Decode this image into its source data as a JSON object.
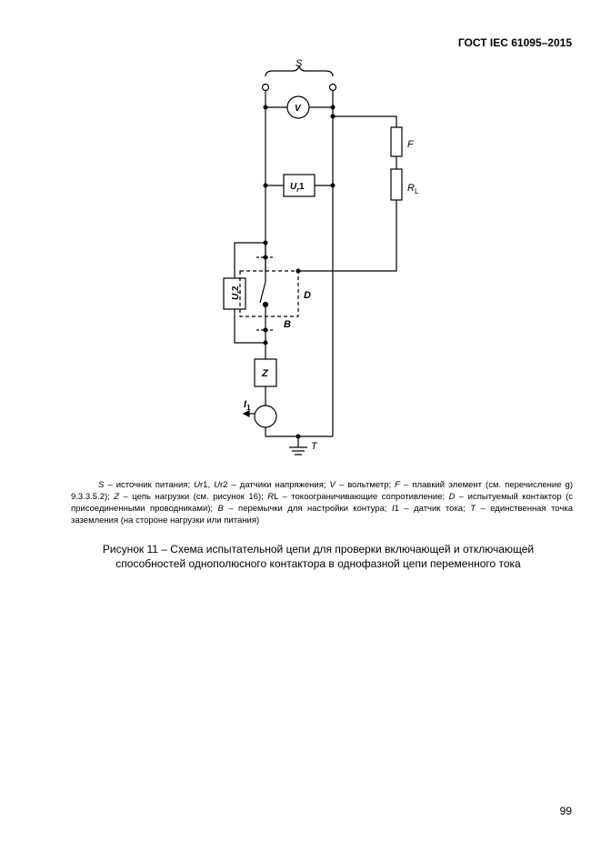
{
  "header": {
    "standard": "ГОСТ IEC 61095–2015"
  },
  "diagram": {
    "source_label": "S",
    "voltmeter_label": "V",
    "fuse_label": "F",
    "resistor_label_main": "R",
    "resistor_label_sub": "L",
    "sensor1_main": "U",
    "sensor1_sub": "r",
    "sensor1_suffix": "1",
    "sensor2_main": "U",
    "sensor2_sub": "r",
    "sensor2_suffix": "2",
    "contactor_label": "D",
    "jumper_label": "B",
    "load_label": "Z",
    "current_sensor_main": "I",
    "current_sensor_sub": "1",
    "ground_label": "T"
  },
  "legend": {
    "s1": "S",
    "t1": " – источник питания; ",
    "s2": "U",
    "t2": "r1, ",
    "s3": "U",
    "t3": "r2 – датчики напряжения; ",
    "s4": "V",
    "t4": " – вольтметр; ",
    "s5": "F",
    "t5": " – плавкий элемент (см. перечисление g) 9.3.3.5.2); ",
    "s6": "Z",
    "t6": " – цепь нагрузки (см. рисунок 16); ",
    "s7": "R",
    "t7": "L – токоограничивающие сопротивление; ",
    "s8": "D",
    "t8": " – испытуемый контактор (с присоединенными проводниками); ",
    "s9": "B",
    "t9": " – перемычки для настройки контура; ",
    "s10": "I",
    "t10": "1 – датчик тока; ",
    "s11": "T",
    "t11": " – единственная точка заземления (на стороне нагрузки или питания)"
  },
  "caption": {
    "line1": "Рисунок 11 – Схема испытательной цепи для проверки включающей и отключающей",
    "line2": "способностей однополюсного контактора в однофазной цепи переменного тока"
  },
  "page_number": "99"
}
